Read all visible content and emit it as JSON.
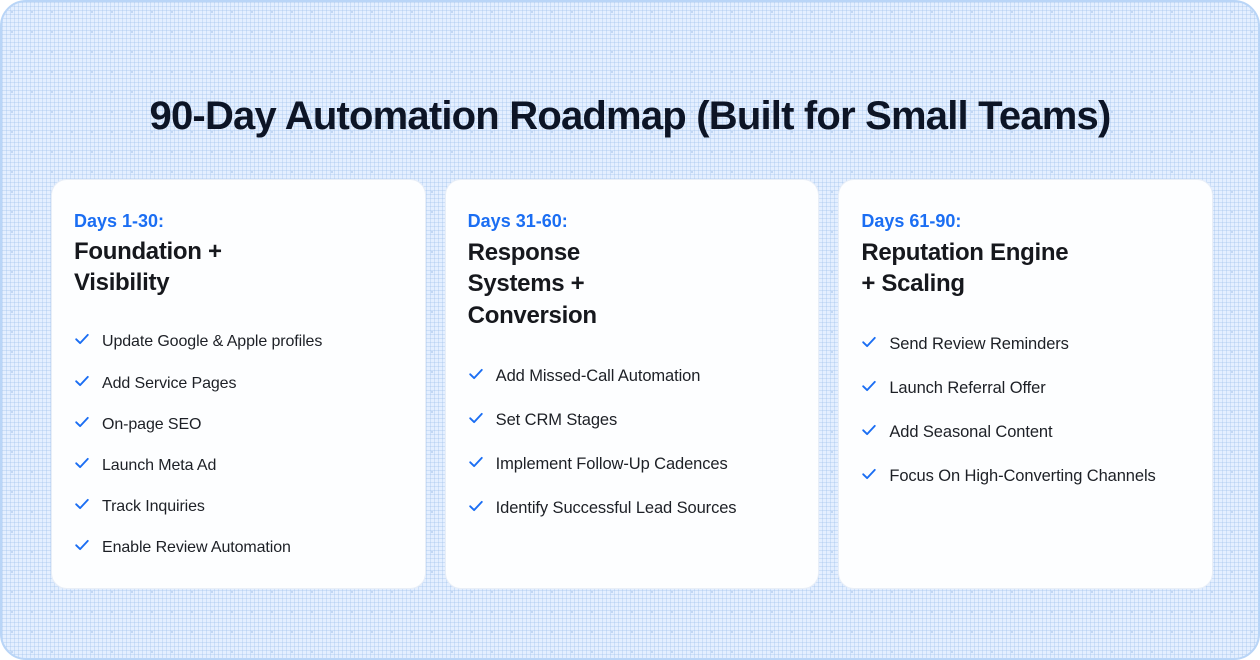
{
  "title": "90-Day Automation Roadmap (Built for Small Teams)",
  "colors": {
    "accent_blue": "#1b6ef3",
    "background_blue": "#e4efff",
    "border_blue": "#b9d5f7",
    "card_background": "#fdfeff",
    "heading_text": "#16181d",
    "body_text": "#1d2026"
  },
  "cards": [
    {
      "days": "Days 1-30:",
      "heading": "Foundation + Visibility",
      "check_icon": "check-icon",
      "items": [
        "Update Google & Apple profiles",
        "Add Service Pages",
        "On-page SEO",
        "Launch Meta Ad",
        "Track Inquiries",
        "Enable Review Automation"
      ]
    },
    {
      "days": "Days 31-60:",
      "heading": "Response Systems + Conversion",
      "check_icon": "check-icon",
      "items": [
        "Add Missed-Call Automation",
        "Set CRM Stages",
        "Implement Follow-Up Cadences",
        "Identify Successful Lead Sources"
      ]
    },
    {
      "days": "Days 61-90:",
      "heading": "Reputation Engine + Scaling",
      "check_icon": "check-icon",
      "items": [
        "Send Review Reminders",
        "Launch Referral Offer",
        "Add Seasonal Content",
        "Focus On High-Converting Channels"
      ]
    }
  ]
}
